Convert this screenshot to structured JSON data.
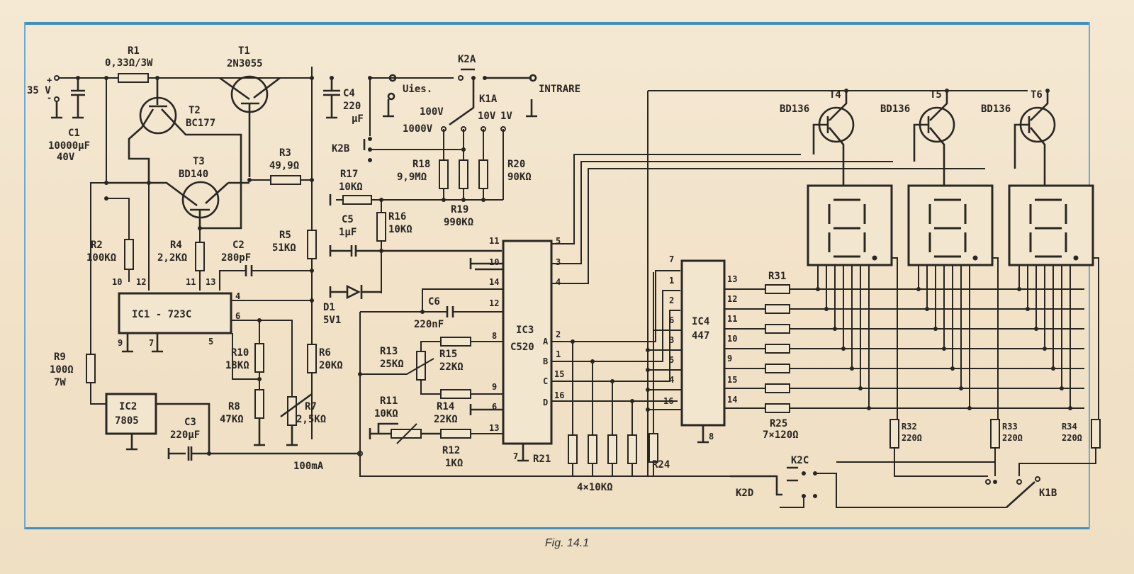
{
  "figure": {
    "caption": "Fig. 14.1"
  },
  "colors": {
    "frame": "#3f8fc2",
    "ink": "#2a2622",
    "paper": "#f3e6cf"
  },
  "power": {
    "input_voltage": "35 V",
    "plus": "+",
    "minus": "-"
  },
  "terminals": {
    "output_label": "Uies.",
    "input_label": "INTRARE"
  },
  "components": {
    "R1": {
      "ref": "R1",
      "value": "0,33Ω/3W"
    },
    "T1": {
      "ref": "T1",
      "value": "2N3055"
    },
    "T2": {
      "ref": "T2",
      "value": "BC177"
    },
    "T3": {
      "ref": "T3",
      "value": "BD140"
    },
    "C1": {
      "ref": "C1",
      "value": "10000µF",
      "rating": "40V"
    },
    "R3": {
      "ref": "R3",
      "value": "49,9Ω"
    },
    "C4": {
      "ref": "C4",
      "value": "220",
      "unit": "µF"
    },
    "R2": {
      "ref": "R2",
      "value": "100KΩ"
    },
    "R4": {
      "ref": "R4",
      "value": "2,2KΩ"
    },
    "C2": {
      "ref": "C2",
      "value": "280pF"
    },
    "R5": {
      "ref": "R5",
      "value": "51KΩ"
    },
    "IC1": {
      "ref": "IC1 - 723C"
    },
    "R10": {
      "ref": "R10",
      "value": "18KΩ"
    },
    "R6": {
      "ref": "R6",
      "value": "20KΩ"
    },
    "R8": {
      "ref": "R8",
      "value": "47KΩ"
    },
    "R7": {
      "ref": "R7",
      "value": "2,5KΩ"
    },
    "R9": {
      "ref": "R9",
      "value": "100Ω",
      "rating": "7W"
    },
    "IC2": {
      "ref": "IC2",
      "value": "7805"
    },
    "C3": {
      "ref": "C3",
      "value": "220µF"
    },
    "current": "100mA",
    "K2A": {
      "ref": "K2A"
    },
    "K1A": {
      "ref": "K1A"
    },
    "K2B": {
      "ref": "K2B"
    },
    "ranges": [
      "1000V",
      "100V",
      "10V",
      "1V"
    ],
    "R17": {
      "ref": "R17",
      "value": "10KΩ"
    },
    "R18": {
      "ref": "R18",
      "value": "9,9MΩ"
    },
    "R19": {
      "ref": "R19",
      "value": "990KΩ"
    },
    "R20": {
      "ref": "R20",
      "value": "90KΩ"
    },
    "C5": {
      "ref": "C5",
      "value": "1µF"
    },
    "R16": {
      "ref": "R16",
      "value": "10KΩ"
    },
    "D1": {
      "ref": "D1",
      "value": "5V1"
    },
    "C6": {
      "ref": "C6",
      "value": "220nF"
    },
    "R13": {
      "ref": "R13",
      "value": "25KΩ"
    },
    "R15": {
      "ref": "R15",
      "value": "22KΩ"
    },
    "R14": {
      "ref": "R14",
      "value": "22KΩ"
    },
    "R11": {
      "ref": "R11",
      "value": "10KΩ"
    },
    "R12": {
      "ref": "R12",
      "value": "1KΩ"
    },
    "IC3": {
      "ref": "IC3",
      "value": "C520"
    },
    "R21": {
      "ref": "R21",
      "value": "4×10KΩ"
    },
    "R24": {
      "ref": "R24"
    },
    "IC4": {
      "ref": "IC4",
      "value": "447"
    },
    "R31": {
      "ref": "R31"
    },
    "R25": {
      "ref": "R25",
      "value": "7×120Ω"
    },
    "T4": {
      "ref": "T4",
      "value": "BD136"
    },
    "T5": {
      "ref": "T5",
      "value": "BD136"
    },
    "T6": {
      "ref": "T6",
      "value": "BD136"
    },
    "R32": {
      "ref": "R32",
      "value": "220Ω"
    },
    "R33": {
      "ref": "R33",
      "value": "220Ω"
    },
    "R34": {
      "ref": "R34",
      "value": "220Ω"
    },
    "K2C": {
      "ref": "K2C"
    },
    "K2D": {
      "ref": "K2D"
    },
    "K1B": {
      "ref": "K1B"
    }
  },
  "pins": {
    "ic1_top": [
      "10",
      "12",
      "11",
      "13"
    ],
    "ic1_right": [
      "4",
      "6"
    ],
    "ic1_bottom": [
      "9",
      "7",
      "5"
    ],
    "ic3_left": [
      "11",
      "10",
      "14",
      "12",
      "8",
      "9",
      "6",
      "13"
    ],
    "ic3_right": [
      "5",
      "3",
      "4",
      "2",
      "1",
      "15",
      "16"
    ],
    "ic3_outputs": [
      "A",
      "B",
      "C",
      "D"
    ],
    "ic3_bottom": "7",
    "ic4_left": [
      "7",
      "1",
      "2",
      "6",
      "3",
      "5",
      "4",
      "16"
    ],
    "ic4_right": [
      "13",
      "12",
      "11",
      "10",
      "9",
      "15",
      "14"
    ],
    "ic4_bottom": "8"
  }
}
